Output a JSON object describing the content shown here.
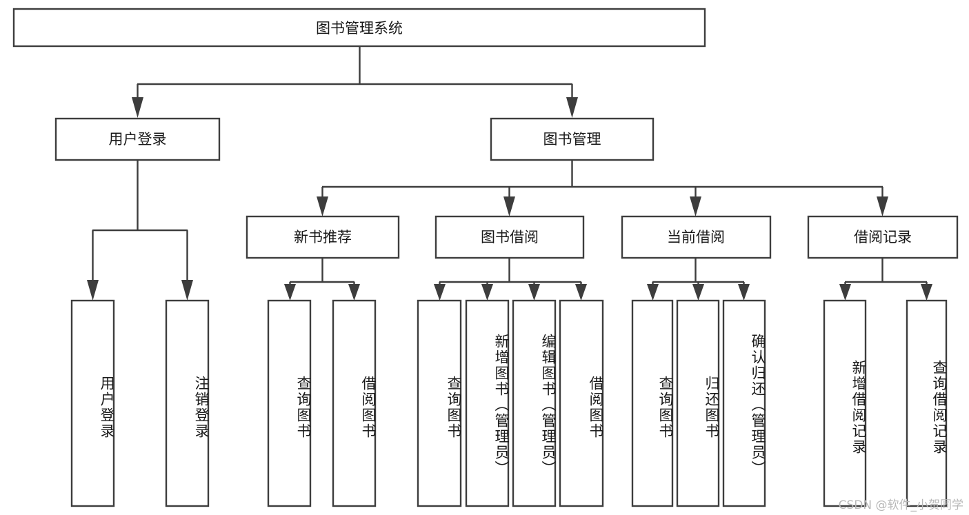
{
  "diagram": {
    "title_node": {
      "label": "图书管理系统"
    },
    "level2": [
      {
        "id": "user-login",
        "label": "用户登录"
      },
      {
        "id": "book-management",
        "label": "图书管理"
      }
    ],
    "level3": [
      {
        "id": "new-book-recommend",
        "label": "新书推荐"
      },
      {
        "id": "book-borrow",
        "label": "图书借阅"
      },
      {
        "id": "current-borrow",
        "label": "当前借阅"
      },
      {
        "id": "borrow-record",
        "label": "借阅记录"
      }
    ],
    "leaves": {
      "user_login": [
        {
          "id": "leaf-user-login",
          "label": "用户登录"
        },
        {
          "id": "leaf-logout-login",
          "label": "注销登录"
        }
      ],
      "new_book_recommend": [
        {
          "id": "leaf-query-book-1",
          "label": "查询图书"
        },
        {
          "id": "leaf-borrow-book-1",
          "label": "借阅图书"
        }
      ],
      "book_borrow": [
        {
          "id": "leaf-query-book-2",
          "label": "查询图书"
        },
        {
          "id": "leaf-add-book",
          "label": "新增图书（管理员）"
        },
        {
          "id": "leaf-edit-book",
          "label": "编辑图书（管理员）"
        },
        {
          "id": "leaf-borrow-book-2",
          "label": "借阅图书"
        }
      ],
      "current_borrow": [
        {
          "id": "leaf-query-book-3",
          "label": "查询图书"
        },
        {
          "id": "leaf-return-book",
          "label": "归还图书"
        },
        {
          "id": "leaf-confirm-return",
          "label": "确认归还（管理员）"
        }
      ],
      "borrow_record": [
        {
          "id": "leaf-add-borrow-record",
          "label": "新增借阅记录"
        },
        {
          "id": "leaf-query-borrow-record",
          "label": "查询借阅记录"
        }
      ]
    },
    "colors": {
      "stroke": "#3d3d3d",
      "box_fill": "#ffffff",
      "text": "#1a1a1a",
      "watermark": "#b8b8b8",
      "background": "#ffffff"
    }
  },
  "watermark": {
    "text": "CSDN @软件_小贺同学"
  }
}
